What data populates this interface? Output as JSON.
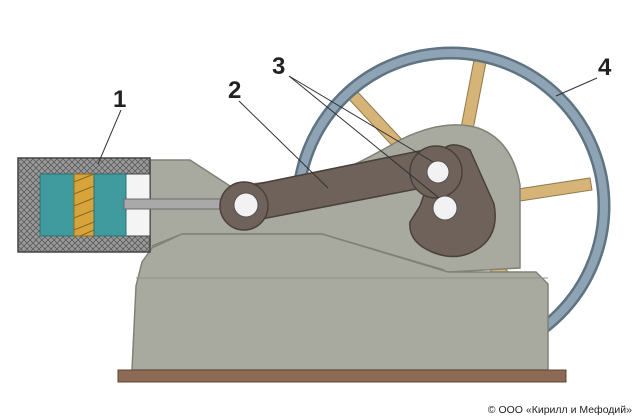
{
  "labels": {
    "cylinder": "1",
    "connecting_rod": "2",
    "pins": "3",
    "flywheel": "4"
  },
  "copyright": "© ООО «Кирилл и Мефодий»",
  "colors": {
    "frame": "#a8aa9f",
    "frame_stroke": "#7f8276",
    "rod": "#6e625a",
    "pin": "#f2f2f2",
    "flywheel_rim": "#7f96a8",
    "spokes": "#d6b477",
    "cylinder_casing": "#8a8a8a",
    "piston_teal": "#3f9b9e",
    "piston_ring": "#d6a43a",
    "base_plate": "#8d6a55",
    "piston_rod": "#a9a9a9"
  }
}
